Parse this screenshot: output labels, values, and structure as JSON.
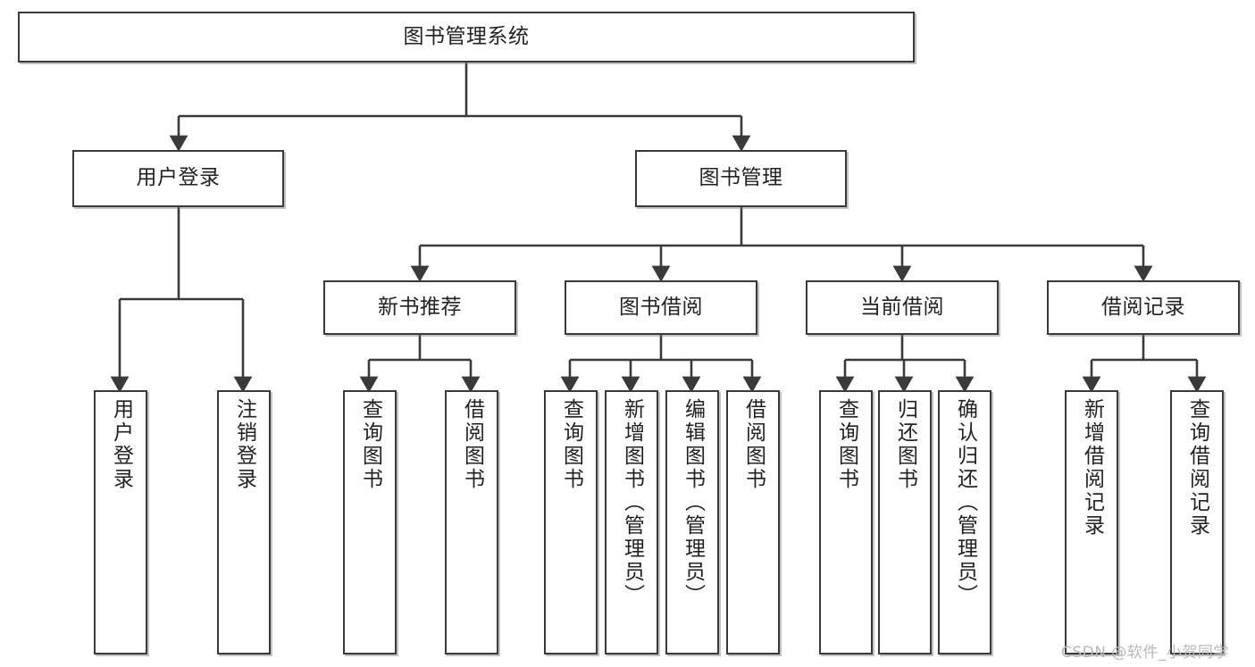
{
  "diagram": {
    "type": "tree",
    "title": "图书管理系统",
    "orientation": "top-down",
    "line_color": "#3a3a3a",
    "box_fill": "#ffffff",
    "text_color": "#222222"
  },
  "nodes": {
    "root": {
      "label": "图书管理系统"
    },
    "level2": [
      {
        "label": "用户登录"
      },
      {
        "label": "图书管理"
      }
    ],
    "level3": [
      {
        "label": "新书推荐"
      },
      {
        "label": "图书借阅"
      },
      {
        "label": "当前借阅"
      },
      {
        "label": "借阅记录"
      }
    ],
    "leaves_user_login": [
      {
        "label": "用户登录"
      },
      {
        "label": "注销登录"
      }
    ],
    "leaves_new_books": [
      {
        "label": "查询图书"
      },
      {
        "label": "借阅图书"
      }
    ],
    "leaves_borrow": [
      {
        "label": "查询图书"
      },
      {
        "label": "新增图书（管理员）"
      },
      {
        "label": "编辑图书（管理员）"
      },
      {
        "label": "借阅图书"
      }
    ],
    "leaves_current": [
      {
        "label": "查询图书"
      },
      {
        "label": "归还图书"
      },
      {
        "label": "确认归还（管理员）"
      }
    ],
    "leaves_records": [
      {
        "label": "新增借阅记录"
      },
      {
        "label": "查询借阅记录"
      }
    ]
  },
  "watermark": {
    "text": "CSDN @软件_小贺同学"
  }
}
